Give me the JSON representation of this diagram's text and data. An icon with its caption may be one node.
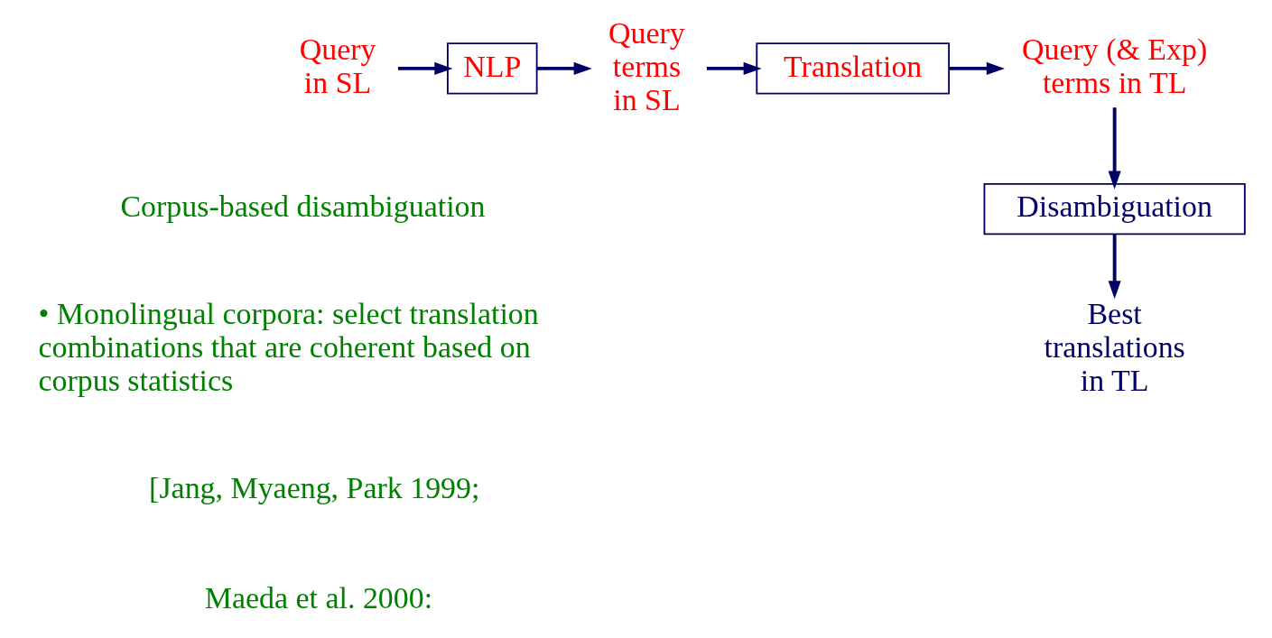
{
  "diagram": {
    "nodes": [
      {
        "text": [
          "Query in SL"
        ]
      },
      {
        "text": [
          "NLP"
        ]
      },
      {
        "text": [
          "Query terms in SL"
        ]
      },
      {
        "text": [
          "Translation"
        ]
      },
      {
        "text": [
          "Query (& Exp) terms in TL"
        ]
      },
      {
        "text": [
          "Disambiguation"
        ]
      },
      {
        "text": [
          "Best translations in TL"
        ]
      }
    ],
    "edges": [
      {
        "from": 0,
        "to": 1,
        "arrow": "to"
      },
      {
        "from": 1,
        "to": 2,
        "arrow": "to"
      },
      {
        "from": 2,
        "to": 3,
        "arrow": "to"
      },
      {
        "from": 3,
        "to": 4,
        "arrow": "to"
      },
      {
        "from": 4,
        "to": 5,
        "arrow": "to"
      },
      {
        "from": 5,
        "to": 6,
        "arrow": "to"
      }
    ],
    "labels": [
      "Corpus-based disambiguation",
      "• Monolingual corpora: select translation combinations that are coherent based on corpus statistics",
      "[Jang, Myaeng, Park 1999;",
      "Maeda et al. 2000:"
    ]
  }
}
